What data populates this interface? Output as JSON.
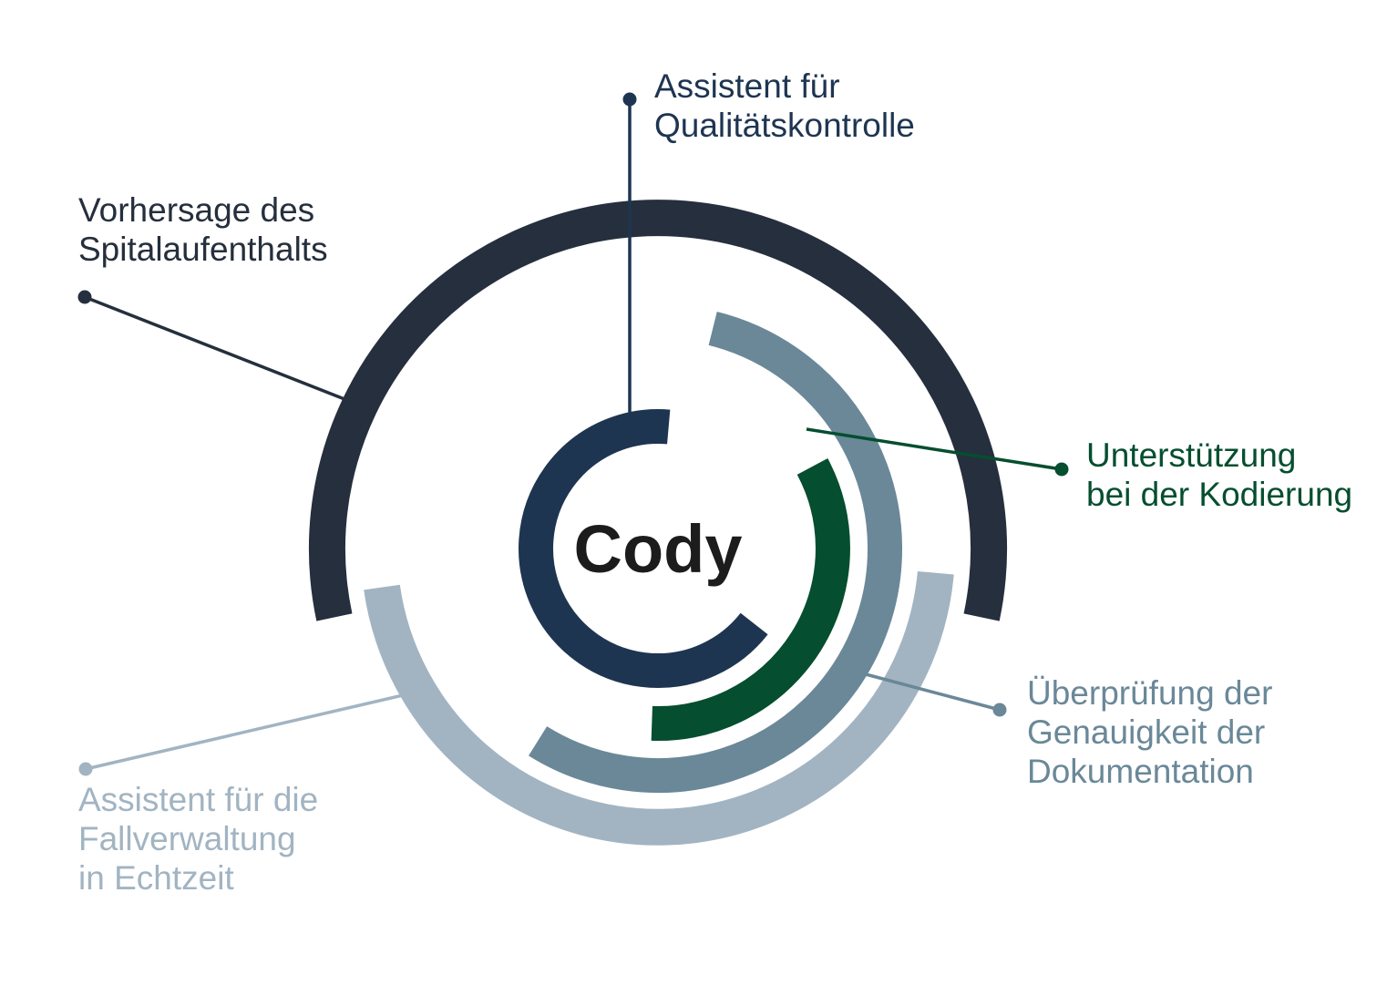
{
  "center_label": "Cody",
  "colors": {
    "darkest": "#252f3d",
    "navy": "#1e3551",
    "green": "#054e2f",
    "slate": "#6a8898",
    "light": "#a2b4c2",
    "center_text": "#1c1c1c"
  },
  "modules": [
    {
      "id": "spital",
      "lines": [
        "Vorhersage des",
        "Spitalaufenthalts"
      ],
      "color": "#252f3d"
    },
    {
      "id": "qualitaet",
      "lines": [
        "Assistent für",
        "Qualitätskontrolle"
      ],
      "color": "#1e3551"
    },
    {
      "id": "kodierung",
      "lines": [
        "Unterstützung",
        "bei der Kodierung"
      ],
      "color": "#054e2f"
    },
    {
      "id": "dokumentation",
      "lines": [
        "Überprüfung der",
        "Genauigkeit der",
        "Dokumentation"
      ],
      "color": "#6a8898"
    },
    {
      "id": "fallverwaltung",
      "lines": [
        "Assistent für die",
        "Fallverwaltung",
        "in Echtzeit"
      ],
      "color": "#a2b4c2"
    }
  ]
}
